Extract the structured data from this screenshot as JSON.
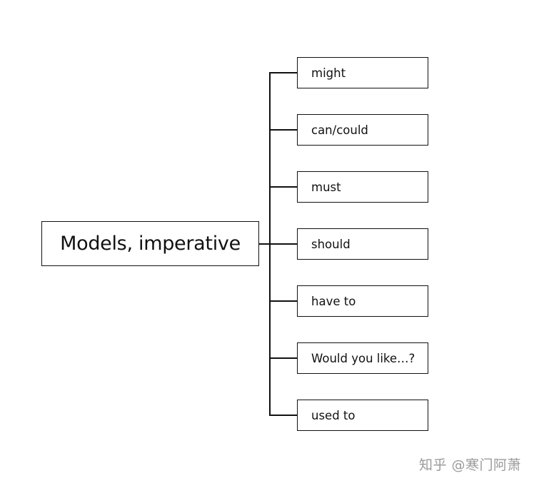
{
  "root": {
    "label": "Models, imperative"
  },
  "branches": [
    {
      "label": "might"
    },
    {
      "label": "can/could"
    },
    {
      "label": "must"
    },
    {
      "label": "should"
    },
    {
      "label": "have to"
    },
    {
      "label": "Would you like…?"
    },
    {
      "label": "used to"
    }
  ],
  "watermark": "知乎 @寒门阿萧",
  "colors": {
    "stroke": "#111111",
    "background": "#ffffff",
    "watermark": "#9a9a9a"
  }
}
